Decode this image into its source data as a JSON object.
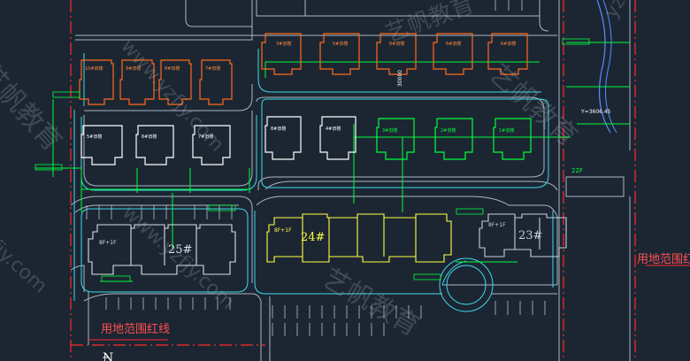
{
  "drawing": {
    "site_boundary_label": "用地范围红线",
    "north_label": "N",
    "coordinate_label": "Y=3606.45",
    "dim_label": "22F",
    "elevation_label": "30000"
  },
  "buildings_top_row": [
    {
      "label": "3#旧楼"
    },
    {
      "label": "5#旧楼"
    },
    {
      "label": "6#旧楼"
    },
    {
      "label": "6#旧楼"
    },
    {
      "label": "6#旧楼"
    }
  ],
  "buildings_left_row": [
    {
      "label": "10#旧楼"
    },
    {
      "label": "9#旧楼"
    },
    {
      "label": "8#旧楼"
    },
    {
      "label": "7#旧楼"
    }
  ],
  "buildings_middle_row": [
    {
      "label": "5#旧楼"
    },
    {
      "label": "6#旧楼"
    },
    {
      "label": "7#旧楼"
    },
    {
      "label": "8#旧楼"
    },
    {
      "label": "4#旧楼"
    },
    {
      "label": "3#旧楼"
    },
    {
      "label": "2#旧楼"
    },
    {
      "label": "1#旧楼"
    }
  ],
  "new_buildings": [
    {
      "number": "25#",
      "floors": "8F+1F"
    },
    {
      "number": "24#",
      "floors": "8F+1F"
    },
    {
      "number": "23#",
      "floors": "8F+1F"
    }
  ],
  "watermarks": [
    "艺帆教育",
    "www.yzfjy.com",
    "艺帆教育",
    "www.yzfjy.com",
    "fjy.com",
    "yzfjy",
    "艺帆教育",
    "艺帆教育"
  ],
  "colors": {
    "background": "#1c2633",
    "red_line": "#ff2a2a",
    "orange": "#ff6a1a",
    "white": "#ffffff",
    "green": "#00ff3a",
    "yellow": "#ffff40",
    "cyan": "#3fd8e6",
    "road": "#9fb0c0"
  }
}
